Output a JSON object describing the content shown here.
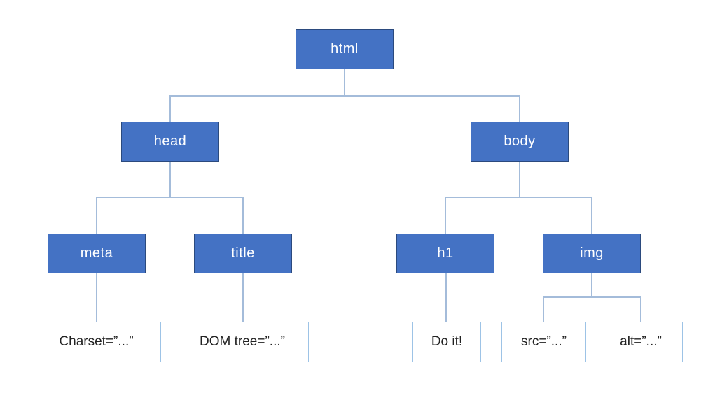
{
  "diagram": {
    "type": "tree",
    "description": "DOM tree diagram of an HTML document",
    "colors": {
      "node_fill": "#4472C4",
      "node_border": "#2b4a7e",
      "node_text": "#ffffff",
      "leaf_fill": "#ffffff",
      "leaf_border": "#9dc3e6",
      "leaf_text": "#222222",
      "connector": "#a4bcda",
      "background": "#ffffff"
    },
    "nodes": {
      "html": {
        "label": "html"
      },
      "head": {
        "label": "head"
      },
      "body": {
        "label": "body"
      },
      "meta": {
        "label": "meta"
      },
      "title": {
        "label": "title"
      },
      "h1": {
        "label": "h1"
      },
      "img": {
        "label": "img"
      },
      "charset": {
        "label": "Charset=”...”"
      },
      "domtree": {
        "label": "DOM tree=”...”"
      },
      "doit": {
        "label": "Do it!"
      },
      "src": {
        "label": "src=”...”"
      },
      "alt": {
        "label": "alt=”...”"
      }
    },
    "edges": [
      {
        "from": "html",
        "to": "head"
      },
      {
        "from": "html",
        "to": "body"
      },
      {
        "from": "head",
        "to": "meta"
      },
      {
        "from": "head",
        "to": "title"
      },
      {
        "from": "body",
        "to": "h1"
      },
      {
        "from": "body",
        "to": "img"
      },
      {
        "from": "meta",
        "to": "charset"
      },
      {
        "from": "title",
        "to": "domtree"
      },
      {
        "from": "h1",
        "to": "doit"
      },
      {
        "from": "img",
        "to": "src"
      },
      {
        "from": "img",
        "to": "alt"
      }
    ]
  }
}
